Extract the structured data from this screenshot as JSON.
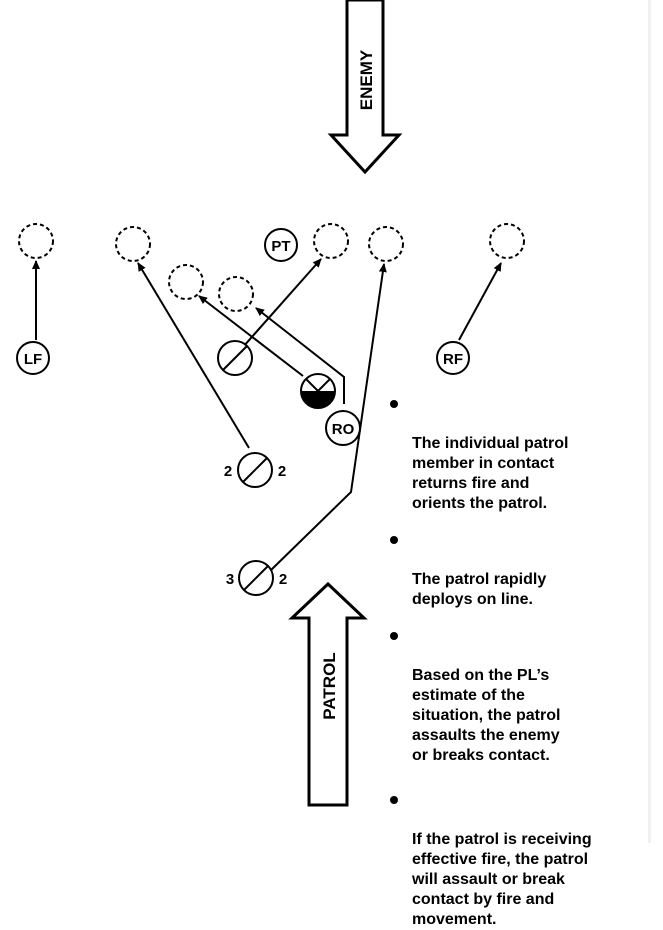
{
  "arrows": {
    "enemy": "ENEMY",
    "patrol": "PATROL"
  },
  "positions": {
    "lf": "LF",
    "rf": "RF",
    "pt": "PT",
    "ro": "RO"
  },
  "team_labels": {
    "a_left": "2",
    "a_right": "2",
    "b_left": "3",
    "b_right": "2"
  },
  "notes": [
    "The individual patrol\nmember in contact\nreturns fire and\norients the patrol.",
    "The patrol rapidly\ndeploys on line.",
    "Based on the PL’s\nestimate of the\nsituation, the patrol\nassaults the enemy\nor breaks contact.",
    "If the patrol is receiving\neffective fire, the patrol\nwill assault or break\ncontact by fire and\nmovement."
  ]
}
